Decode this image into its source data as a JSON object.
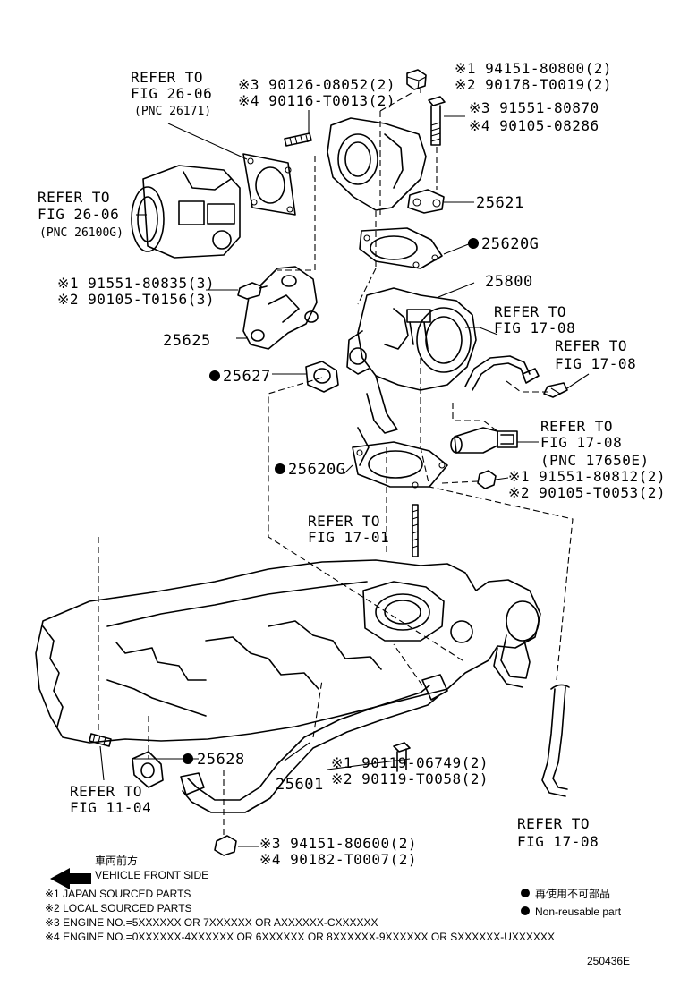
{
  "labels": {
    "refer_26_06_top": [
      "REFER TO",
      "FIG 26-06",
      "(PNC 26171)"
    ],
    "refer_26_06_left": [
      "REFER TO",
      "FIG 26-06",
      "(PNC 26100G)"
    ],
    "refer_17_08_a": [
      "REFER TO",
      "FIG 17-08"
    ],
    "refer_17_08_b": [
      "REFER TO",
      "FIG 17-08"
    ],
    "refer_17_08_c": [
      "REFER TO",
      "FIG 17-08",
      "(PNC 17650E)"
    ],
    "refer_17_01": [
      "REFER TO",
      "FIG 17-01"
    ],
    "refer_11_04": [
      "REFER TO",
      "FIG 11-04"
    ],
    "refer_17_08_d": [
      "REFER TO",
      "FIG 17-08"
    ],
    "stud_top": [
      "※3 90126-08052(2)",
      "※4 90116-T0013(2)"
    ],
    "nut_top": [
      "※1 94151-80800(2)",
      "※2 90178-T0019(2)"
    ],
    "bolt_top": [
      "※3 91551-80870",
      "※4 90105-08286"
    ],
    "bolt_bracket": [
      "※1 91551-80835(3)",
      "※2 90105-T0156(3)"
    ],
    "bolt_egr": [
      "※1 91551-80812(2)",
      "※2 90105-T0053(2)"
    ],
    "bolt_pipe": [
      "※1 90119-06749(2)",
      "※2 90119-T0058(2)"
    ],
    "nut_pipe": [
      "※3 94151-80600(2)",
      "※4 90182-T0007(2)"
    ]
  },
  "part_numbers": {
    "p25621": "25621",
    "p25620g_top": "25620G",
    "p25800": "25800",
    "p25625": "25625",
    "p25627": "25627",
    "p25620g_low": "25620G",
    "p25628": "25628",
    "p25601": "25601"
  },
  "legend": {
    "front_cn": "車両前方",
    "front_en": "VEHICLE FRONT SIDE",
    "notes": [
      "※1 JAPAN SOURCED PARTS",
      "※2 LOCAL SOURCED PARTS",
      "※3 ENGINE NO.=5XXXXXX OR 7XXXXXX OR AXXXXXX-CXXXXXX",
      "※4 ENGINE NO.=0XXXXXX-4XXXXXX OR 6XXXXXX OR 8XXXXXX-9XXXXXX OR SXXXXXX-UXXXXXX"
    ],
    "nonreusable_cn": "再使用不可部品",
    "nonreusable_en": "Non-reusable part",
    "figure_code": "250436E"
  }
}
